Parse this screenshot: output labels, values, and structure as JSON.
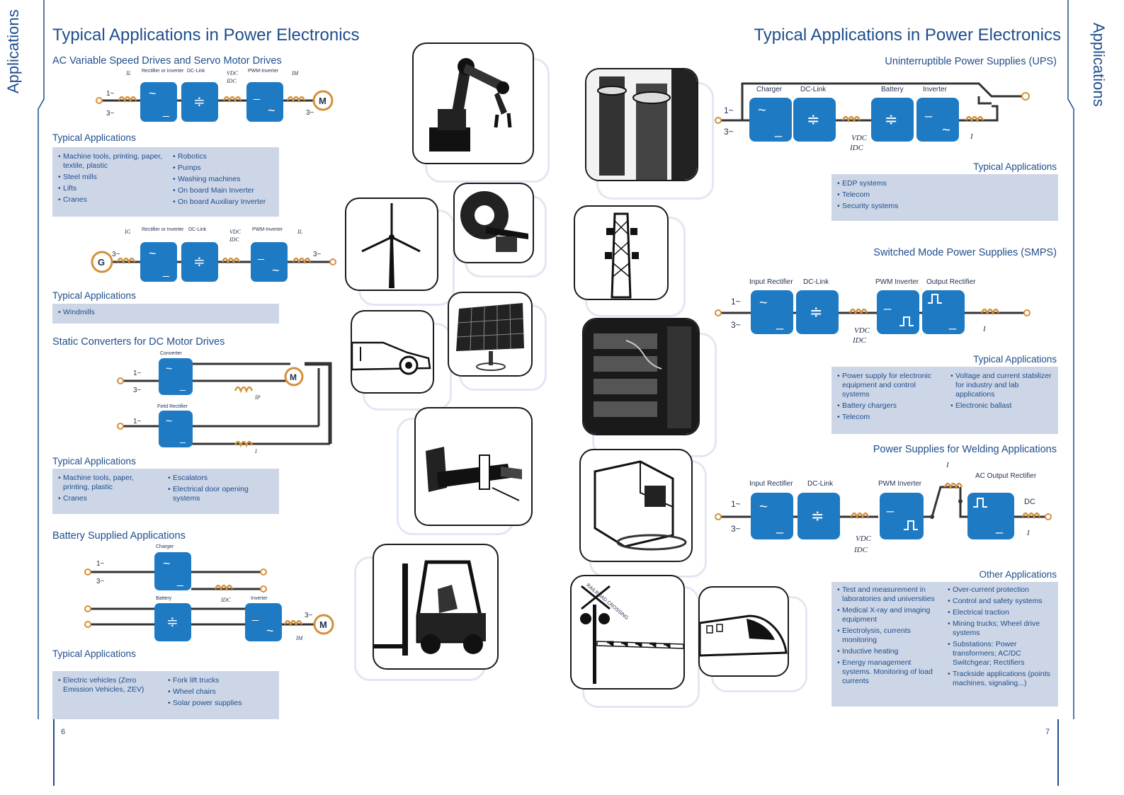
{
  "sidebar": {
    "left": "Applications",
    "right": "Applications"
  },
  "left_page": {
    "title": "Typical Applications in Power Electronics",
    "page_number": "6",
    "sections": {
      "ac_drives": {
        "title": "AC Variable Speed Drives and Servo Motor Drives",
        "typical_title": "Typical Applications",
        "apps_col1": [
          "Machine tools, printing, paper, textile, plastic",
          "Steel mills",
          "Lifts",
          "Cranes"
        ],
        "apps_col2": [
          "Robotics",
          "Pumps",
          "Washing machines",
          "On board Main Inverter",
          "On board Auxiliary Inverter"
        ],
        "diagram": {
          "rectifier": "Rectifier or Inverter",
          "dclink": "DC-Link",
          "inverter": "PWM-Inverter",
          "il": "IL",
          "vdc": "VDC",
          "idc": "IDC",
          "im": "IM",
          "in1": "1~",
          "in3": "3~",
          "out3": "3~",
          "motor": "M"
        }
      },
      "windmill": {
        "typical_title": "Typical Applications",
        "apps_col1": [
          "Windmills"
        ],
        "diagram": {
          "ig": "IG",
          "rectifier": "Rectifier or Inverter",
          "dclink": "DC-Link",
          "inverter": "PWM-Inverter",
          "vdc": "VDC",
          "idc": "IDC",
          "il": "IL",
          "gen": "G",
          "in3": "3~",
          "out3": "3~"
        }
      },
      "dc_drives": {
        "title": "Static Converters for DC Motor Drives",
        "typical_title": "Typical Applications",
        "apps_col1": [
          "Machine tools, paper, printing, plastic",
          "Cranes"
        ],
        "apps_col2": [
          "Escalators",
          "Electrical door opening systems"
        ],
        "diagram": {
          "converter": "Converter",
          "field": "Field Rectifier",
          "in1": "1~",
          "in3": "3~",
          "ip": "IP",
          "i": "I",
          "motor": "M"
        }
      },
      "battery": {
        "title": "Battery Supplied Applications",
        "typical_title": "Typical Applications",
        "apps_col1": [
          "Electric vehicles (Zero Emission Vehicles, ZEV)"
        ],
        "apps_col2": [
          "Fork lift trucks",
          "Wheel chairs",
          "Solar power supplies"
        ],
        "diagram": {
          "charger": "Charger",
          "battery": "Battery",
          "inverter": "Inverter",
          "in1": "1~",
          "in3": "3~",
          "idc": "IDC",
          "im": "IM",
          "out3": "3~",
          "motor": "M"
        }
      }
    }
  },
  "right_page": {
    "title": "Typical Applications in Power Electronics",
    "page_number": "7",
    "sections": {
      "ups": {
        "title": "Uninterruptible Power Supplies (UPS)",
        "typical_title": "Typical Applications",
        "apps_col1": [
          "EDP systems",
          "Telecom",
          "Security systems"
        ],
        "diagram": {
          "charger": "Charger",
          "dclink": "DC-Link",
          "battery": "Battery",
          "inverter": "Inverter",
          "vdc": "VDC",
          "idc": "IDC",
          "i": "I",
          "in1": "1~",
          "in3": "3~"
        }
      },
      "smps": {
        "title": "Switched Mode Power Supplies (SMPS)",
        "typical_title": "Typical Applications",
        "apps_col1": [
          "Power supply for electronic equipment and control systems",
          "Battery chargers",
          "Telecom"
        ],
        "apps_col2": [
          "Voltage and current stabilizer for industry and lab applications",
          "Electronic ballast"
        ],
        "diagram": {
          "rect": "Input Rectifier",
          "dclink": "DC-Link",
          "inverter": "PWM Inverter",
          "outrect": "Output Rectifier",
          "vdc": "VDC",
          "idc": "IDC",
          "i": "I",
          "in1": "1~",
          "in3": "3~"
        }
      },
      "welding": {
        "title": "Power Supplies for Welding Applications",
        "typical_title": "Other Applications",
        "apps_col1": [
          "Test and measurement in laboratories and universities",
          "Medical X-ray and imaging equipment",
          "Electrolysis, currents monitoring",
          "Inductive heating",
          "Energy management systems. Monitoring of load currents"
        ],
        "apps_col2": [
          "Over-current protection",
          "Control and safety systems",
          "Electrical traction",
          "Mining trucks; Wheel drive systems",
          "Substations: Power transformers; AC/DC Switchgear; Rectifiers",
          "Trackside applications (points machines, signaling...)"
        ],
        "diagram": {
          "rect": "Input Rectifier",
          "dclink": "DC-Link",
          "inverter": "PWM Inverter",
          "acout": "AC Output Rectifier",
          "dc": "DC",
          "vdc": "VDC",
          "idc": "IDC",
          "i_top": "I",
          "i": "I",
          "in1": "1~",
          "in3": "3~"
        }
      }
    }
  },
  "photos": {
    "crossing_sign": "RAILROAD CROSSING"
  }
}
